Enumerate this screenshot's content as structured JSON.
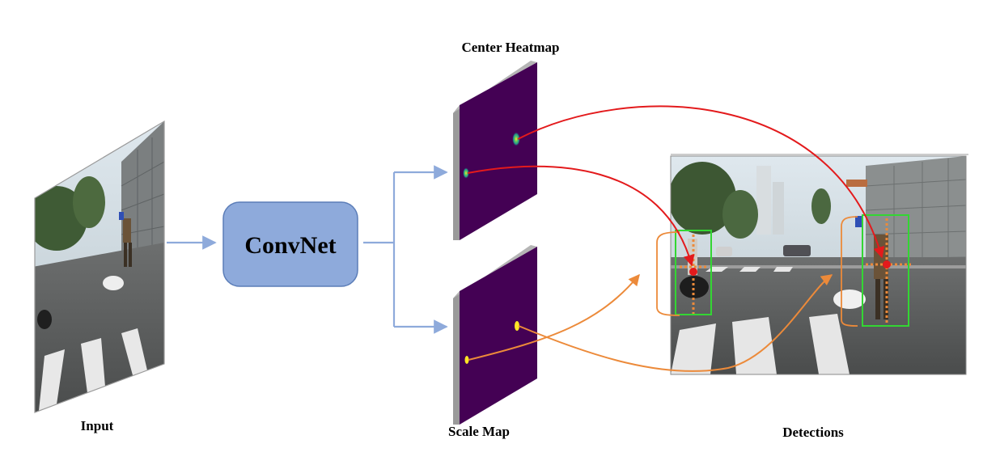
{
  "labels": {
    "input": "Input",
    "convnet": "ConvNet",
    "center_heatmap": "Center Heatmap",
    "scale_map": "Scale Map",
    "detections": "Detections"
  },
  "colors": {
    "convnet_fill": "#8eaadb",
    "convnet_stroke": "#5b7db8",
    "flow_arrow": "#8eaadb",
    "center_link": "#e31a1c",
    "scale_link": "#ec8a3a",
    "box": "#33d633",
    "map_bg": "#440154",
    "map_edge": "#9a9a9a",
    "hot_spot": "#fde725"
  },
  "icons": {
    "input_frame": "street-scene-image",
    "heatmap": "heatmap-panel",
    "scalemap": "scalemap-panel",
    "detections": "street-scene-image-with-boxes"
  }
}
